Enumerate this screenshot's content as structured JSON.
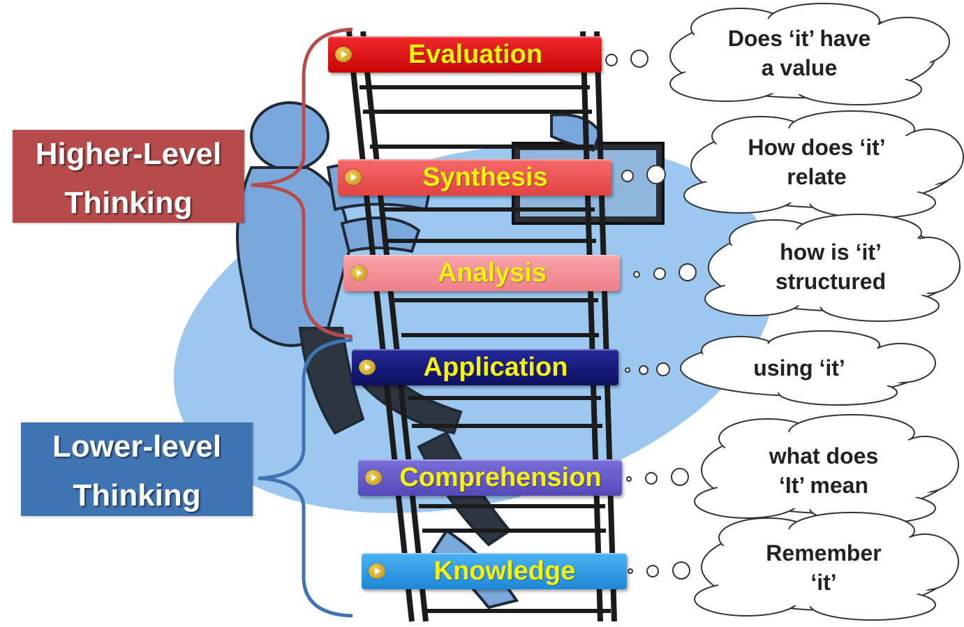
{
  "groups": {
    "higher": {
      "label_line1": "Higher-Level",
      "label_line2": "Thinking",
      "color": "#b64b4b"
    },
    "lower": {
      "label_line1": "Lower-level",
      "label_line2": "Thinking",
      "color": "#3f74b3"
    }
  },
  "levels": [
    {
      "label": "Evaluation",
      "color": "#e01010"
    },
    {
      "label": "Synthesis",
      "color": "#ef5555"
    },
    {
      "label": "Analysis",
      "color": "#f38e96"
    },
    {
      "label": "Application",
      "color": "#161a7a"
    },
    {
      "label": "Comprehension",
      "color": "#6458c8"
    },
    {
      "label": "Knowledge",
      "color": "#2d9be6"
    }
  ],
  "thoughts": [
    {
      "line1": "Does ‘it’ have",
      "line2": "a value"
    },
    {
      "line1": "How does ‘it’",
      "line2": "relate"
    },
    {
      "line1": "how is ‘it’",
      "line2": "structured"
    },
    {
      "line1": "using ‘it’",
      "line2": ""
    },
    {
      "line1": "what does",
      "line2": "‘It’ mean"
    },
    {
      "line1": "Remember",
      "line2": "‘it’"
    }
  ],
  "label_color": "#f7f20c"
}
